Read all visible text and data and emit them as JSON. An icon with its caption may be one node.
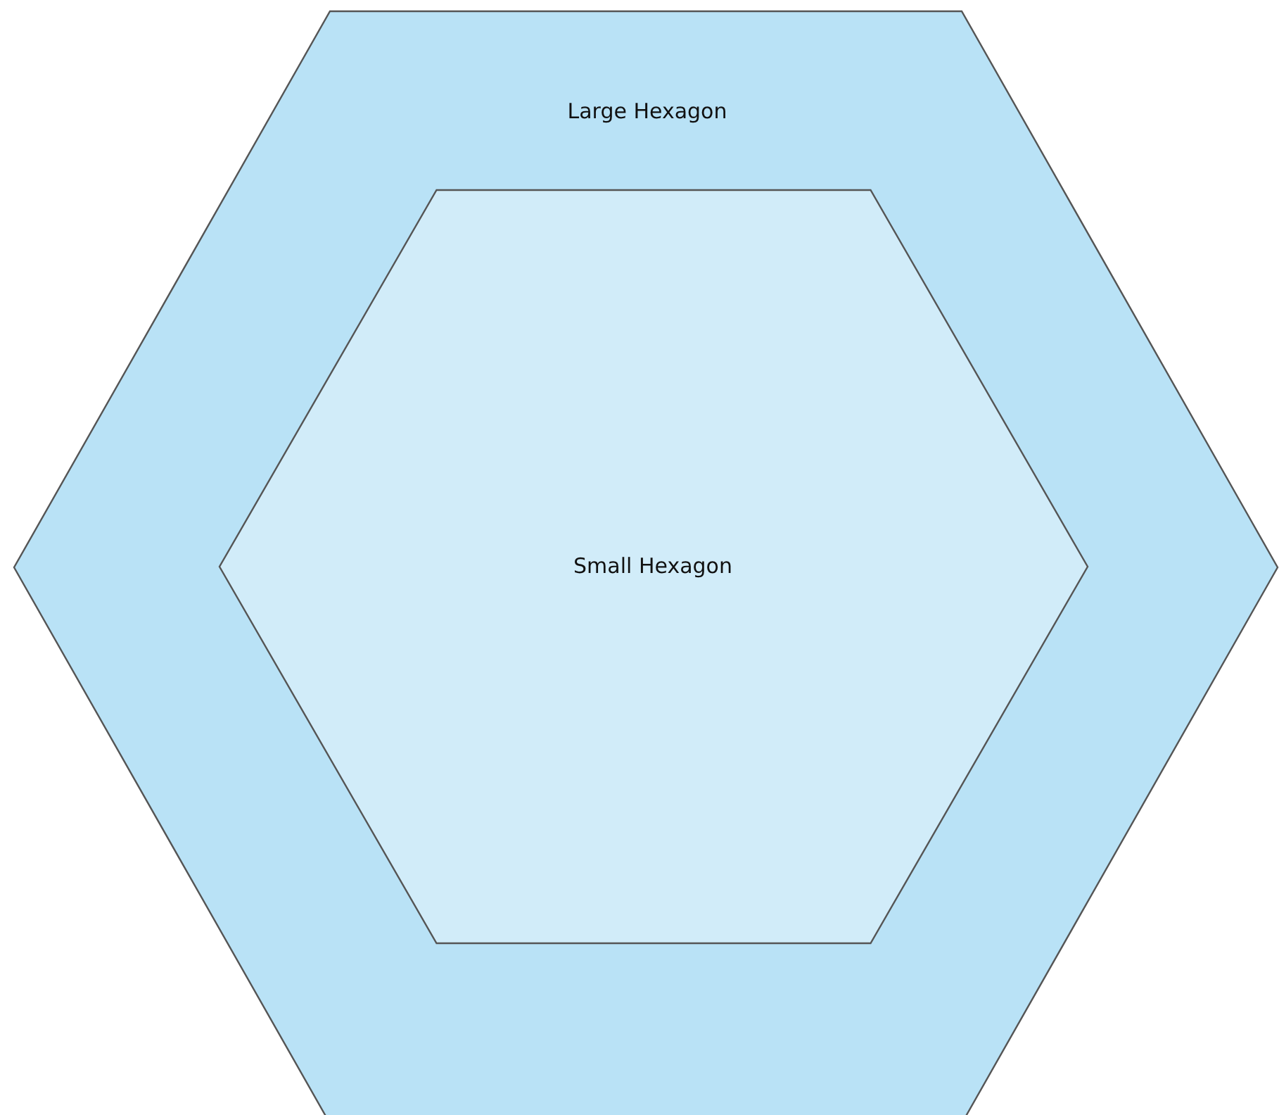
{
  "diagram": {
    "nodes": [
      {
        "text": [
          "Large Hexagon"
        ]
      },
      {
        "text": [
          "Small Hexagon"
        ],
        "in": 0
      }
    ]
  }
}
